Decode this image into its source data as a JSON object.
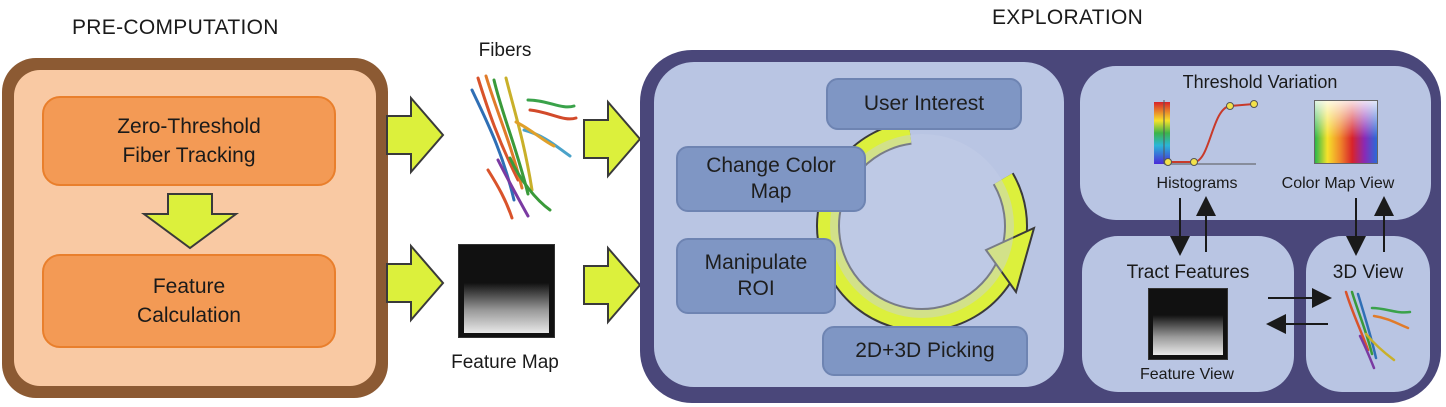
{
  "precomputation": {
    "title": "PRE-COMPUTATION",
    "step1": "Zero-Threshold\nFiber Tracking",
    "step2": "Feature\nCalculation"
  },
  "intermediate": {
    "fibers_label": "Fibers",
    "feature_map_label": "Feature Map"
  },
  "exploration": {
    "title": "EXPLORATION",
    "cycle": {
      "user_interest": "User Interest",
      "change_color_map": "Change Color\nMap",
      "manipulate_roi": "Manipulate\nROI",
      "picking": "2D+3D Picking"
    },
    "threshold_variation": {
      "title": "Threshold Variation",
      "histograms_label": "Histograms",
      "color_map_view_label": "Color Map View"
    },
    "tract_features": {
      "title": "Tract Features",
      "feature_view_label": "Feature View"
    },
    "view_3d": {
      "title": "3D View"
    }
  },
  "colors": {
    "pre_border": "#8c5a33",
    "pre_fill": "#f9c9a3",
    "step_fill": "#f39a55",
    "arrow_fill": "#dcf03c",
    "explore_border": "#4a477a",
    "panel_fill": "#b9c5e3",
    "box_fill": "#7f96c4"
  }
}
